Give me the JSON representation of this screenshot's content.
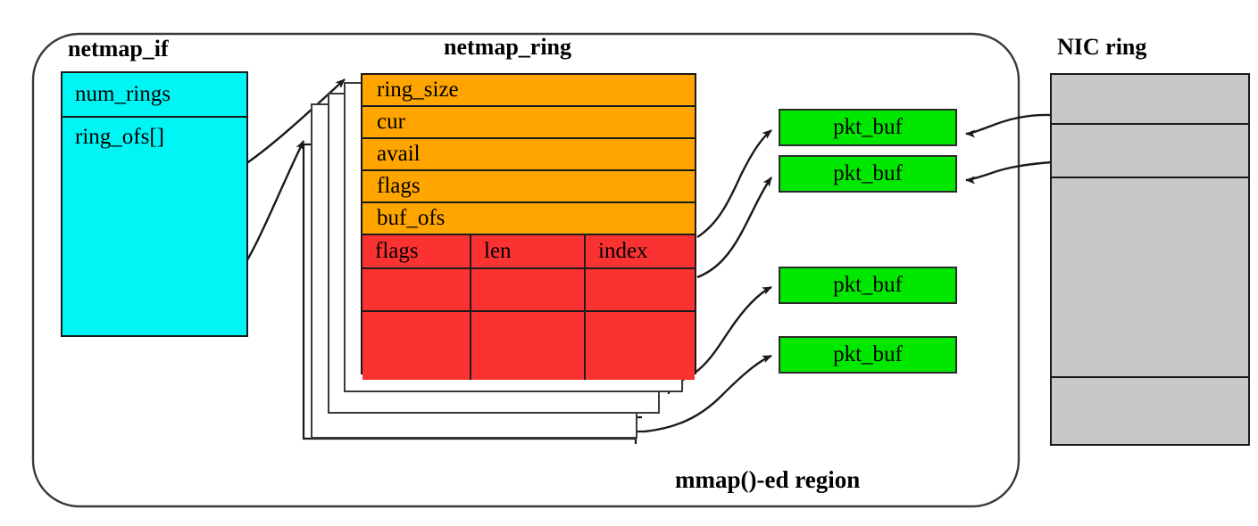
{
  "diagram": {
    "region_label": "mmap()-ed region",
    "colors": {
      "netmap_if_fill": "#00f5f5",
      "ring_header_fill": "#ffa500",
      "slot_fill": "#fa3232",
      "pkt_buf_fill": "#00e800",
      "nic_ring_fill": "#c8c8c8",
      "outline": "#1a1a1a"
    }
  },
  "netmap_if": {
    "title": "netmap_if",
    "fields": [
      {
        "label": "num_rings"
      },
      {
        "label": "ring_ofs[]"
      }
    ]
  },
  "netmap_ring": {
    "title": "netmap_ring",
    "header_fields": [
      {
        "label": "ring_size"
      },
      {
        "label": "cur"
      },
      {
        "label": "avail"
      },
      {
        "label": "flags"
      },
      {
        "label": "buf_ofs"
      }
    ],
    "slot_columns": [
      "flags",
      "len",
      "index"
    ],
    "slot_rows": [
      [
        "",
        "",
        ""
      ],
      [
        "",
        "",
        ""
      ]
    ],
    "stack_count": 3
  },
  "pkt_bufs": [
    {
      "label": "pkt_buf"
    },
    {
      "label": "pkt_buf"
    },
    {
      "label": "pkt_buf"
    },
    {
      "label": "pkt_buf"
    }
  ],
  "nic_ring": {
    "title": "NIC ring",
    "cells": [
      {
        "label": ""
      },
      {
        "label": ""
      },
      {
        "label": ""
      },
      {
        "label": ""
      }
    ]
  }
}
